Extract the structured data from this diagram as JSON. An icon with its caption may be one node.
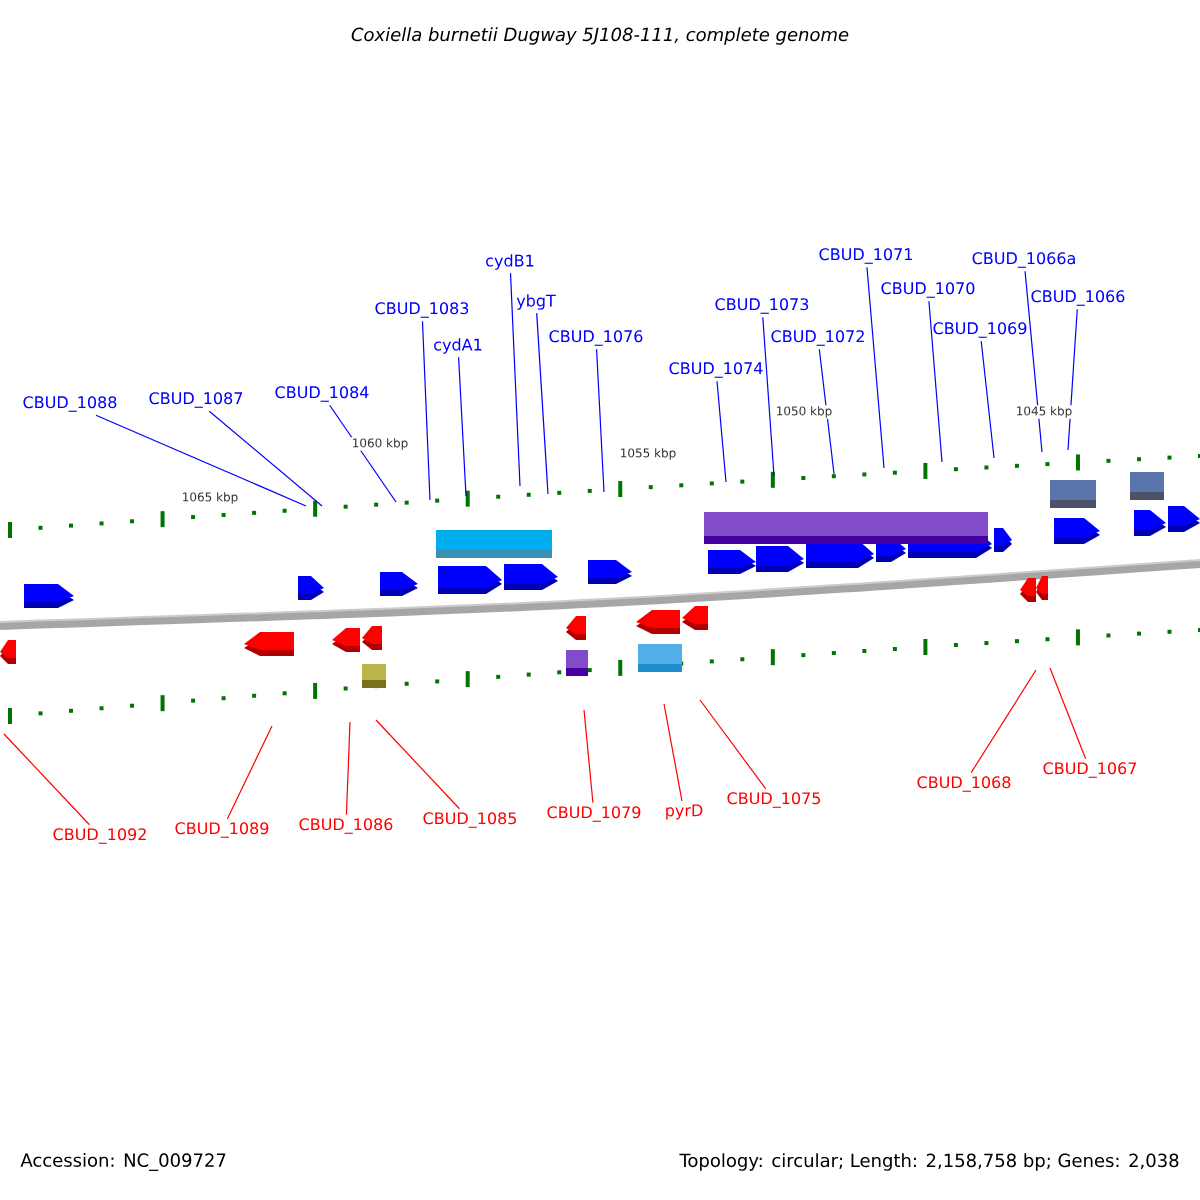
{
  "diagram": {
    "title": "Coxiella burnetii Dugway 5J108-111, complete genome",
    "nodes": [
      {
        "text": [
          "CBUD_1088"
        ]
      },
      {
        "text": [
          "CBUD_1087"
        ]
      },
      {
        "text": [
          "CBUD_1084"
        ]
      },
      {
        "text": [
          "CBUD_1083"
        ]
      },
      {
        "text": [
          "cydA1"
        ]
      },
      {
        "text": [
          "cydB1"
        ]
      },
      {
        "text": [
          "ybgT"
        ]
      },
      {
        "text": [
          "CBUD_1076"
        ]
      },
      {
        "text": [
          "CBUD_1074"
        ]
      },
      {
        "text": [
          "CBUD_1073"
        ]
      },
      {
        "text": [
          "CBUD_1072"
        ]
      },
      {
        "text": [
          "CBUD_1071"
        ]
      },
      {
        "text": [
          "CBUD_1070"
        ]
      },
      {
        "text": [
          "CBUD_1069"
        ]
      },
      {
        "text": [
          "CBUD_1066a"
        ]
      },
      {
        "text": [
          "CBUD_1066"
        ]
      },
      {
        "text": [
          "CBUD_1092"
        ]
      },
      {
        "text": [
          "CBUD_1089"
        ]
      },
      {
        "text": [
          "CBUD_1086"
        ]
      },
      {
        "text": [
          "CBUD_1085"
        ]
      },
      {
        "text": [
          "CBUD_1079"
        ]
      },
      {
        "text": [
          "pyrD"
        ]
      },
      {
        "text": [
          "CBUD_1075"
        ]
      },
      {
        "text": [
          "CBUD_1068"
        ]
      },
      {
        "text": [
          "CBUD_1067"
        ]
      }
    ],
    "edges": [
      {
        "from": 0,
        "to": null,
        "arrow": "none"
      },
      {
        "from": 1,
        "to": null,
        "arrow": "none"
      },
      {
        "from": 2,
        "to": null,
        "arrow": "none"
      },
      {
        "from": 3,
        "to": null,
        "arrow": "none"
      },
      {
        "from": 4,
        "to": null,
        "arrow": "none"
      },
      {
        "from": 5,
        "to": null,
        "arrow": "none"
      },
      {
        "from": 6,
        "to": null,
        "arrow": "none"
      },
      {
        "from": 7,
        "to": null,
        "arrow": "none"
      },
      {
        "from": 8,
        "to": null,
        "arrow": "none"
      },
      {
        "from": 9,
        "to": null,
        "arrow": "none"
      },
      {
        "from": 10,
        "to": null,
        "arrow": "none"
      },
      {
        "from": 11,
        "to": null,
        "arrow": "none"
      },
      {
        "from": 12,
        "to": null,
        "arrow": "none"
      },
      {
        "from": 13,
        "to": null,
        "arrow": "none"
      },
      {
        "from": 14,
        "to": null,
        "arrow": "none"
      },
      {
        "from": 15,
        "to": null,
        "arrow": "none"
      },
      {
        "from": 16,
        "to": null,
        "arrow": "none",
        "color": "#ff0000"
      },
      {
        "from": 17,
        "to": null,
        "arrow": "none",
        "color": "#ff0000"
      },
      {
        "from": 18,
        "to": null,
        "arrow": "none",
        "color": "#ff0000"
      },
      {
        "from": 19,
        "to": null,
        "arrow": "none",
        "color": "#ff0000"
      },
      {
        "from": 20,
        "to": null,
        "arrow": "none",
        "color": "#ff0000"
      },
      {
        "from": 21,
        "to": null,
        "arrow": "none",
        "color": "#ff0000"
      },
      {
        "from": 22,
        "to": null,
        "arrow": "none",
        "color": "#ff0000"
      },
      {
        "from": 23,
        "to": null,
        "arrow": "none",
        "color": "#ff0000"
      },
      {
        "from": 24,
        "to": null,
        "arrow": "none",
        "color": "#ff0000"
      }
    ],
    "labels": [
      "1065 kbp",
      "1060 kbp",
      "1055 kbp",
      "1050 kbp",
      "1045 kbp",
      "Accession: NC_009727",
      "Topology: circular; Length: 2,158,758 bp; Genes: 2,038"
    ]
  }
}
